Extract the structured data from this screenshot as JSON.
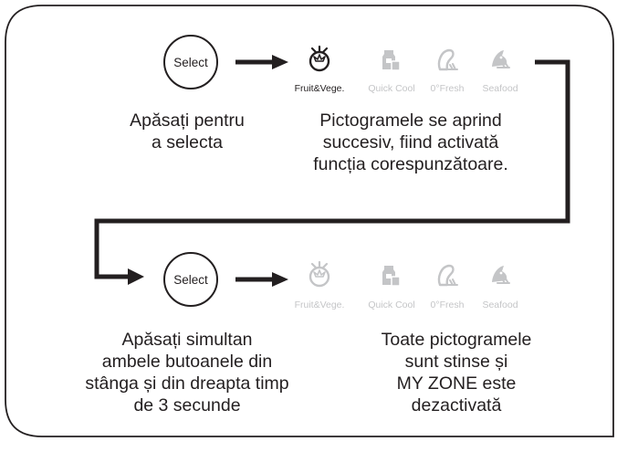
{
  "colors": {
    "frame": "#231f20",
    "active": "#231f20",
    "inactive": "#c4c5c7",
    "text": "#231f20"
  },
  "top": {
    "button_label": "Select",
    "icons": [
      {
        "label": "Fruit&Vege.",
        "icon": "tomato-icon",
        "active": true
      },
      {
        "label": "Quick Cool",
        "icon": "bottle-cup-icon",
        "active": false
      },
      {
        "label": "0°Fresh",
        "icon": "meat-leg-icon",
        "active": false
      },
      {
        "label": "Seafood",
        "icon": "fish-icon",
        "active": false
      }
    ],
    "left_text": [
      "Apăsați pentru",
      "a selecta"
    ],
    "right_text": [
      "Pictogramele se aprind",
      "succesiv, fiind activată",
      "funcția corespunzătoare."
    ]
  },
  "bottom": {
    "button_label": "Select",
    "icons": [
      {
        "label": "Fruit&Vege.",
        "icon": "tomato-icon",
        "active": false
      },
      {
        "label": "Quick Cool",
        "icon": "bottle-cup-icon",
        "active": false
      },
      {
        "label": "0°Fresh",
        "icon": "meat-leg-icon",
        "active": false
      },
      {
        "label": "Seafood",
        "icon": "fish-icon",
        "active": false
      }
    ],
    "left_text": [
      "Apăsați simultan",
      "ambele butoanele din",
      "stânga și din dreapta timp",
      "de 3 secunde"
    ],
    "right_text": [
      "Toate pictogramele",
      "sunt stinse și",
      "MY ZONE este",
      "dezactivată"
    ]
  }
}
